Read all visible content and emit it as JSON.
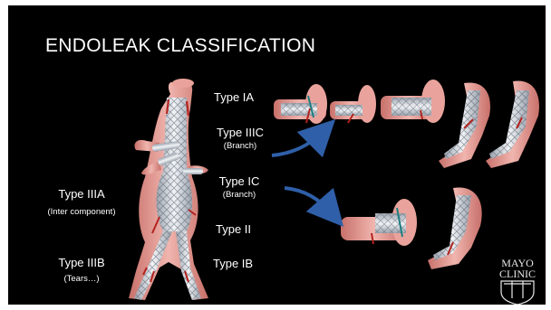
{
  "title": "ENDOLEAK CLASSIFICATION",
  "labels": {
    "type_ia": "Type IA",
    "type_iiic": "Type IIIC",
    "type_iiic_sub": "(Branch)",
    "type_ic": "Type IC",
    "type_ic_sub": "(Branch)",
    "type_ii": "Type II",
    "type_ib": "Type IB",
    "type_iiia": "Type IIIA",
    "type_iiia_sub": "(Inter component)",
    "type_iiib": "Type IIIB",
    "type_iiib_sub": "(Tears…)"
  },
  "logo": {
    "line1": "MAYO",
    "line2": "CLINIC"
  },
  "colors": {
    "background": "#000000",
    "text": "#ffffff",
    "vessel": "#e49a94",
    "vessel_dark": "#c8706a",
    "stent": "#d9dde3",
    "leak": "#b3231f",
    "arrow": "#2f5fa8"
  }
}
